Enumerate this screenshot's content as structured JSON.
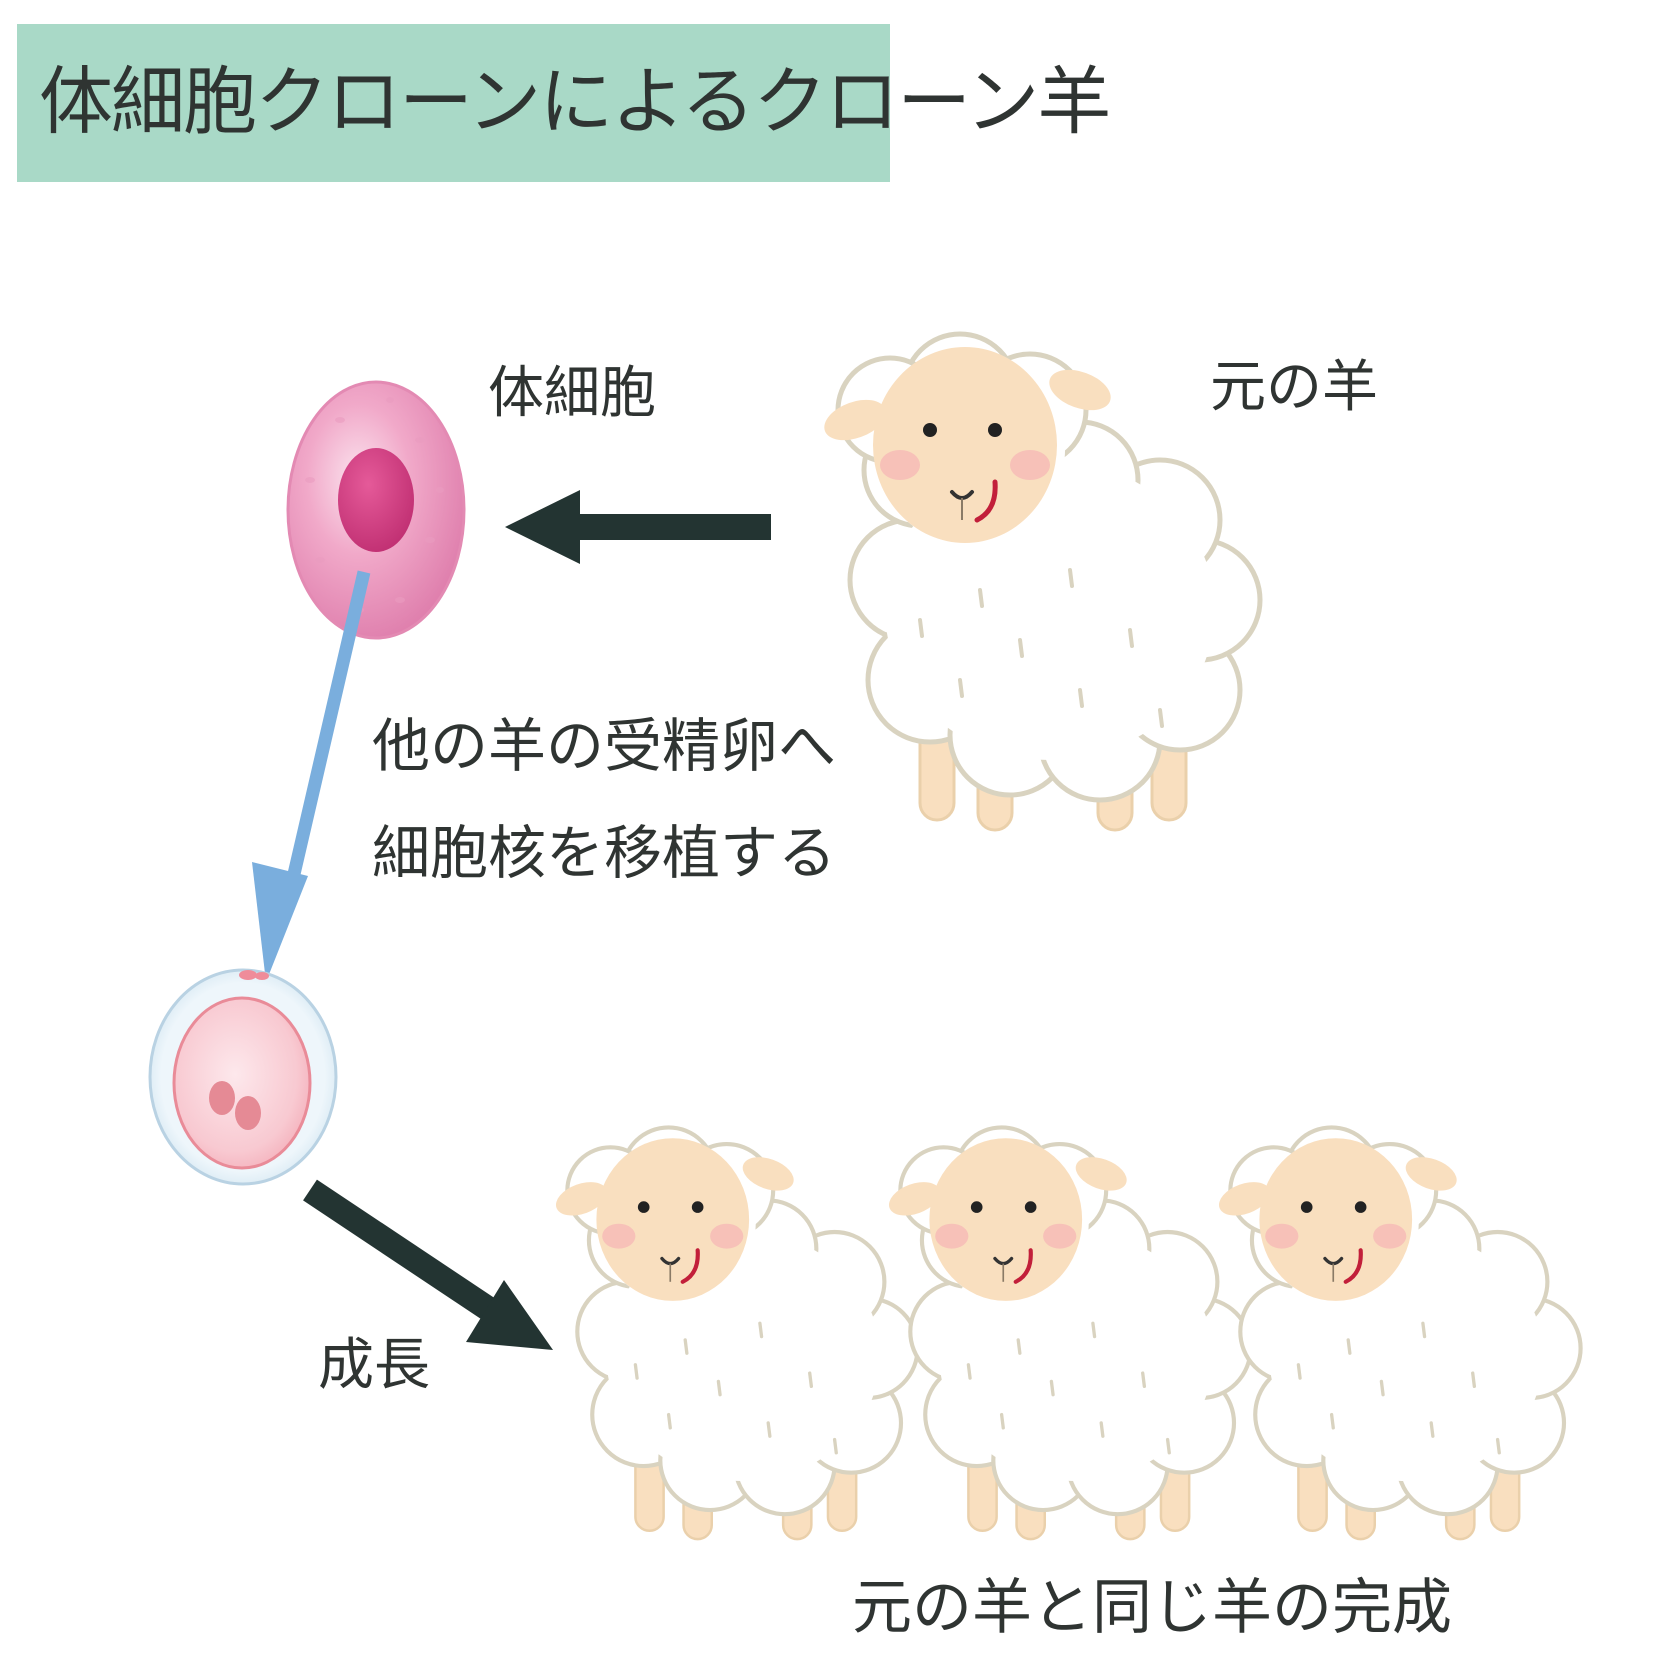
{
  "title": "体細胞クローンによるクローン羊",
  "labels": {
    "somatic_cell": "体細胞",
    "original_sheep": "元の羊",
    "transfer_line1": "他の羊の受精卵へ",
    "transfer_line2": "細胞核を移植する",
    "growth": "成長",
    "result": "元の羊と同じ羊の完成"
  },
  "colors": {
    "title_bg": "#a9d9c7",
    "arrow_dark": "#233432",
    "arrow_blue": "#7aaedd",
    "cell_pink": "#e58bb5",
    "nucleus": "#c8357a",
    "sheep_face": "#f9dfbf",
    "sheep_wool_outline": "#d9d3c0"
  },
  "icons": [
    "somatic-cell-icon",
    "fertilized-egg-icon",
    "sheep-icon",
    "arrow-left-icon",
    "arrow-down-icon",
    "arrow-down-right-icon"
  ]
}
